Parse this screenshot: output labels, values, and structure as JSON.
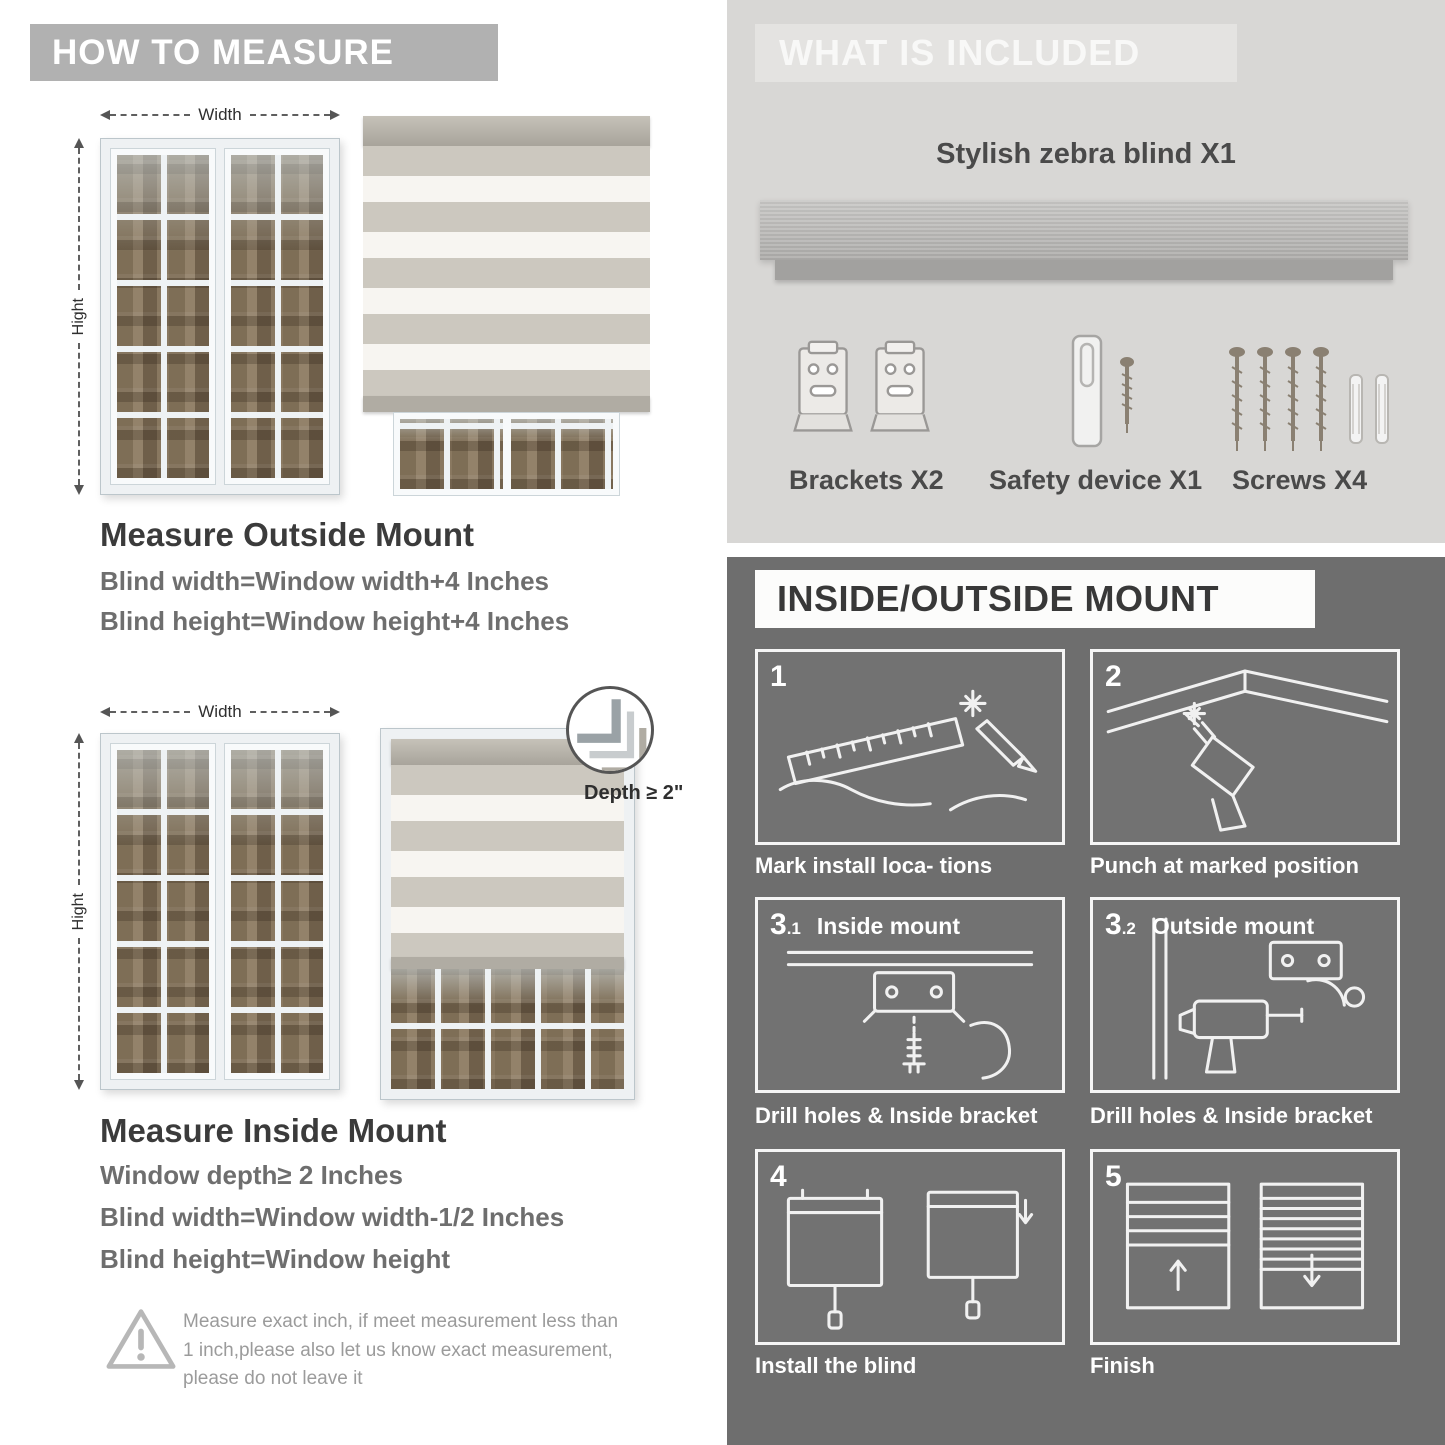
{
  "colors": {
    "left_banner": "#b1b1b1",
    "panel_light": "#d8d7d5",
    "panel_dark": "#6e6e6e",
    "heading_text": "#3b3b3b",
    "body_text": "#6e6e6e"
  },
  "measure": {
    "header": "HOW TO MEASURE",
    "outside": {
      "width_label": "Width",
      "height_label": "Hight",
      "title": "Measure Outside Mount",
      "lines": [
        "Blind width=Window width+4 Inches",
        "Blind height=Window height+4 Inches"
      ]
    },
    "inside": {
      "width_label": "Width",
      "height_label": "Hight",
      "depth_label": "Depth ≥ 2\"",
      "title": "Measure Inside Mount",
      "lines": [
        "Window depth≥ 2 Inches",
        "Blind width=Window width-1/2 Inches",
        "Blind height=Window height"
      ]
    },
    "warning": {
      "icon": "warning-triangle-icon",
      "text": "Measure exact inch, if meet measurement less than 1 inch,please also let us know exact measurement, please do not leave it"
    }
  },
  "included": {
    "header": "WHAT IS INCLUDED",
    "blind_label": "Stylish zebra blind X1",
    "items": [
      {
        "label": "Brackets X2",
        "icon": "bracket-icon"
      },
      {
        "label": "Safety device X1",
        "icon": "safety-device-icon"
      },
      {
        "label": "Screws X4",
        "icon": "screw-icon"
      }
    ]
  },
  "mount": {
    "header": "INSIDE/OUTSIDE MOUNT",
    "steps": [
      {
        "num": "1",
        "caption": "Mark install loca- tions"
      },
      {
        "num": "2",
        "caption": "Punch at  marked position"
      },
      {
        "num": "3",
        "sub": ".1",
        "title": "Inside mount",
        "caption": "Drill holes &  Inside bracket"
      },
      {
        "num": "3",
        "sub": ".2",
        "title": "Outside mount",
        "caption": "Drill holes &  Inside bracket"
      },
      {
        "num": "4",
        "caption": "Install the blind"
      },
      {
        "num": "5",
        "caption": "Finish"
      }
    ]
  }
}
